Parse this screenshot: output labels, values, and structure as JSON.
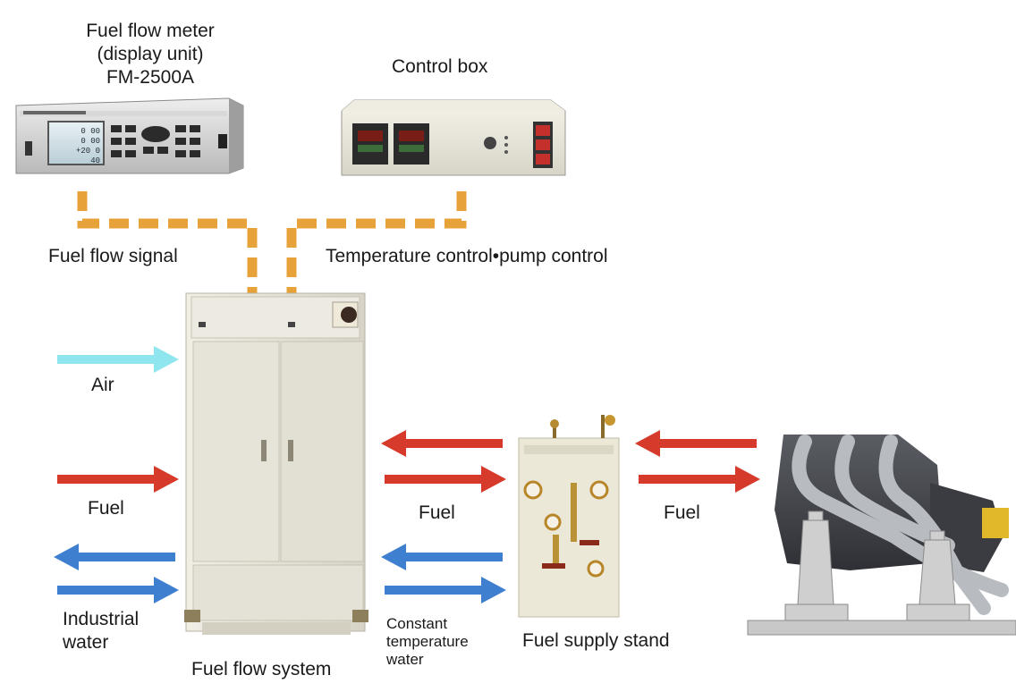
{
  "labels": {
    "meter_line1": "Fuel flow meter",
    "meter_line2": "(display unit)",
    "meter_model": "FM-2500A",
    "control_box": "Control box",
    "fuel_flow_signal": "Fuel flow signal",
    "temp_pump_control": "Temperature control•pump control",
    "air": "Air",
    "fuel_left": "Fuel",
    "fuel_middle": "Fuel",
    "fuel_right": "Fuel",
    "industrial_water_1": "Industrial",
    "industrial_water_2": "water",
    "const_temp_1": "Constant",
    "const_temp_2": "temperature",
    "const_temp_3": "water",
    "fuel_flow_system": "Fuel flow system",
    "fuel_supply_stand": "Fuel supply stand"
  },
  "meter_display": [
    "0 00",
    "0 00",
    "+20 0",
    "40"
  ],
  "colors": {
    "signal_line": "#e8a23a",
    "fuel_arrow": "#d63a2a",
    "water_arrow": "#3f7fcf",
    "air_arrow": "#8fe6ee",
    "cabinet": "#e9e7dd"
  }
}
